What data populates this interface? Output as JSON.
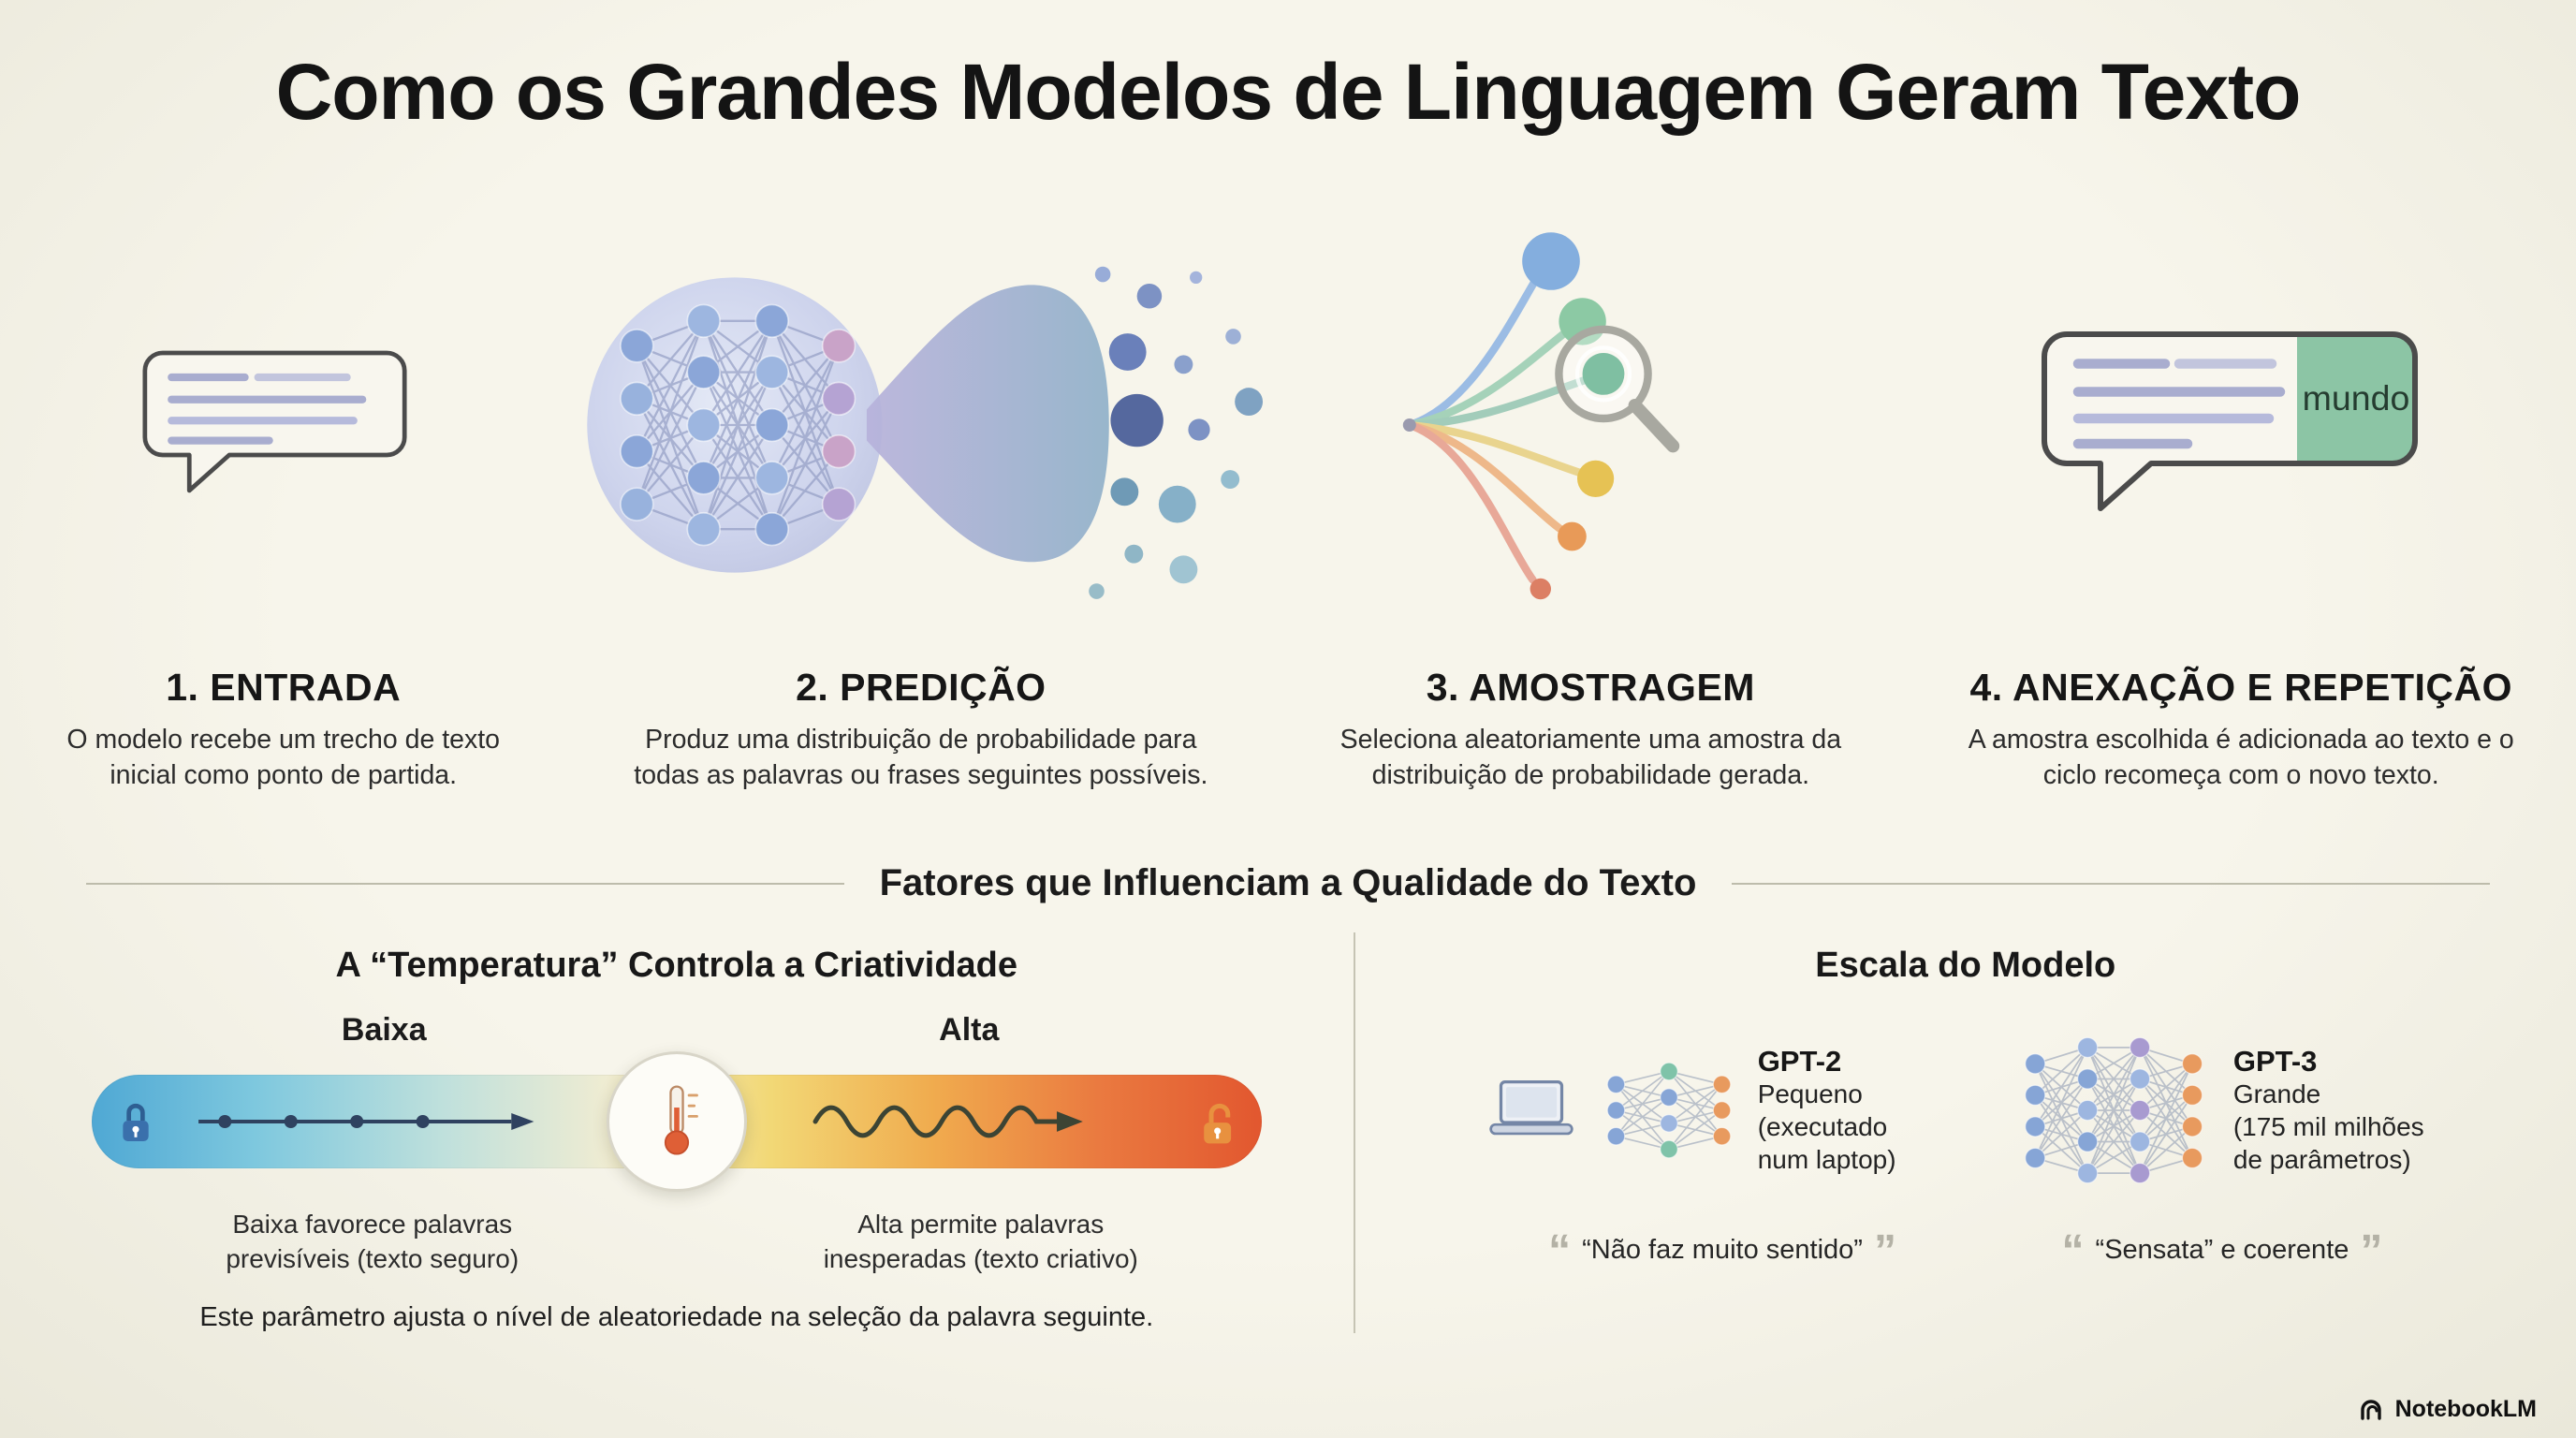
{
  "title": "Como os Grandes Modelos de Linguagem Geram Texto",
  "steps": [
    {
      "heading": "1. ENTRADA",
      "description": "O modelo recebe um trecho de texto inicial como ponto de partida."
    },
    {
      "heading": "2. PREDIÇÃO",
      "description": "Produz uma distribuição de probabilidade para todas as palavras ou frases seguintes possíveis."
    },
    {
      "heading": "3. AMOSTRAGEM",
      "description": "Seleciona aleatoriamente uma amostra da distribuição de probabilidade gerada."
    },
    {
      "heading": "4. ANEXAÇÃO E REPETIÇÃO",
      "description": "A amostra escolhida é adicionada ao texto e o ciclo recomeça com o novo texto.",
      "word": "mundo"
    }
  ],
  "factors_title": "Fatores que Influenciam a Qualidade do Texto",
  "temperature": {
    "title": "A “Temperatura” Controla a Criatividade",
    "low_label": "Baixa",
    "high_label": "Alta",
    "low_caption": "Baixa favorece palavras previsíveis (texto seguro)",
    "high_caption": "Alta permite palavras inesperadas (texto criativo)",
    "note": "Este parâmetro ajusta o nível de aleatoriedade na seleção da palavra seguinte."
  },
  "model_scale": {
    "title": "Escala do Modelo",
    "models": [
      {
        "name": "GPT-2",
        "size": "Pequeno",
        "detail": "(executado num laptop)",
        "quote": "“Não faz muito sentido”"
      },
      {
        "name": "GPT-3",
        "size": "Grande",
        "detail": "(175 mil milhões de parâmetros)",
        "quote": "“Sensata” e coerente"
      }
    ]
  },
  "quote_marks": {
    "open": "“",
    "close": "”"
  },
  "footer": {
    "brand": "NotebookLM"
  },
  "colors": {
    "background": "#f4f2e8",
    "accent_green": "#8cc5a5",
    "temp_cold": "#4fa8d4",
    "temp_hot": "#e2572f",
    "network_blue": "#86a5d6",
    "network_orange": "#e89a5e"
  }
}
